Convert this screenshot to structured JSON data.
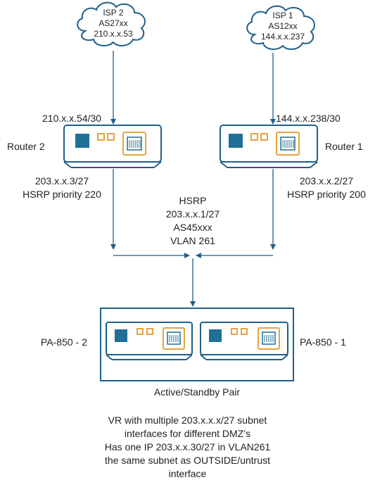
{
  "isp2": {
    "line1": "ISP 2",
    "line2": "AS27xx",
    "line3": "210.x.x.53"
  },
  "isp1": {
    "line1": "ISP 1",
    "line2": "AS12xx",
    "line3": "144.x.x.237"
  },
  "router2": {
    "label": "Router 2",
    "wan_ip": "210.x.x.54/30",
    "lan_ip": "203.x.x.3/27",
    "hsrp": "HSRP priority 220"
  },
  "router1": {
    "label": "Router 1",
    "wan_ip": "144.x.x.238/30",
    "lan_ip": "203.x.x.2/27",
    "hsrp": "HSRP priority 200"
  },
  "hsrp_group": {
    "line1": "HSRP",
    "line2": "203.x.x.1/27",
    "line3": "AS45xxx",
    "line4": "VLAN 261"
  },
  "firewall_pair": {
    "left_label": "PA-850 - 2",
    "right_label": "PA-850 - 1",
    "caption": "Active/Standby Pair"
  },
  "note": {
    "line1": "VR with multiple 203.x.x.x/27 subnet",
    "line2": "interfaces for different DMZ’s",
    "line3": "Has one IP 203.x.x.30/27 in VLAN261",
    "line4": "the same subnet as OUTSIDE/untrust",
    "line5": "interface"
  },
  "colors": {
    "line": "#1f5f8b",
    "device_fill": "#1f6f97",
    "port_orange": "#e8a33d",
    "frame": "#1f5f8b"
  }
}
